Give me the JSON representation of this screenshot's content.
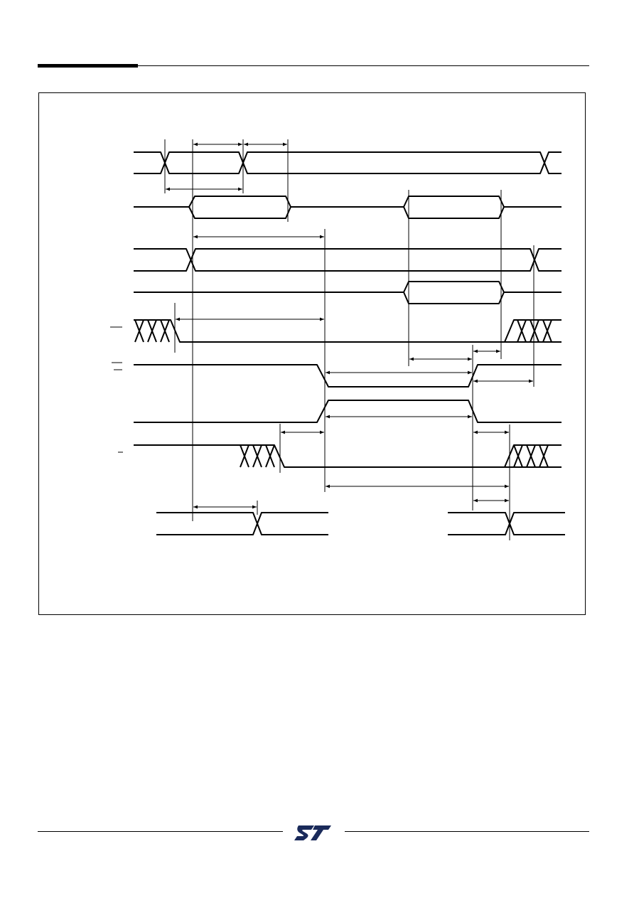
{
  "header": {},
  "figure": {
    "signals": [
      {
        "id": "address",
        "type": "bus"
      },
      {
        "id": "data-read",
        "type": "bus"
      },
      {
        "id": "status",
        "type": "bus"
      },
      {
        "id": "data-write",
        "type": "bus"
      },
      {
        "id": "chip-enable",
        "type": "level"
      },
      {
        "id": "output-enable",
        "type": "level"
      },
      {
        "id": "strobe",
        "type": "level"
      },
      {
        "id": "write-enable",
        "type": "level"
      },
      {
        "id": "output-data",
        "type": "bus"
      }
    ],
    "timing_arrows": 15,
    "line_color": "#000000"
  },
  "footer": {
    "logo": "st-logo"
  }
}
